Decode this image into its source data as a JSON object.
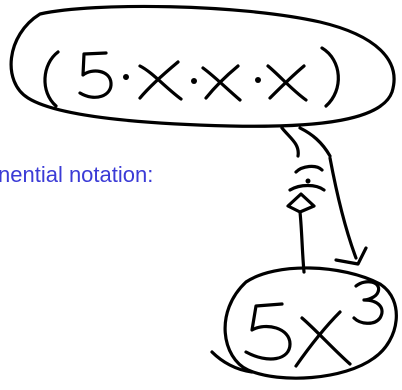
{
  "canvas": {
    "label_text": "nential notation:",
    "label_color": "#3b3bd6",
    "ink_color": "#000000"
  },
  "handwriting": {
    "expanded_expression": "(5·x·x·x)",
    "exponential_expression": "5x³"
  }
}
